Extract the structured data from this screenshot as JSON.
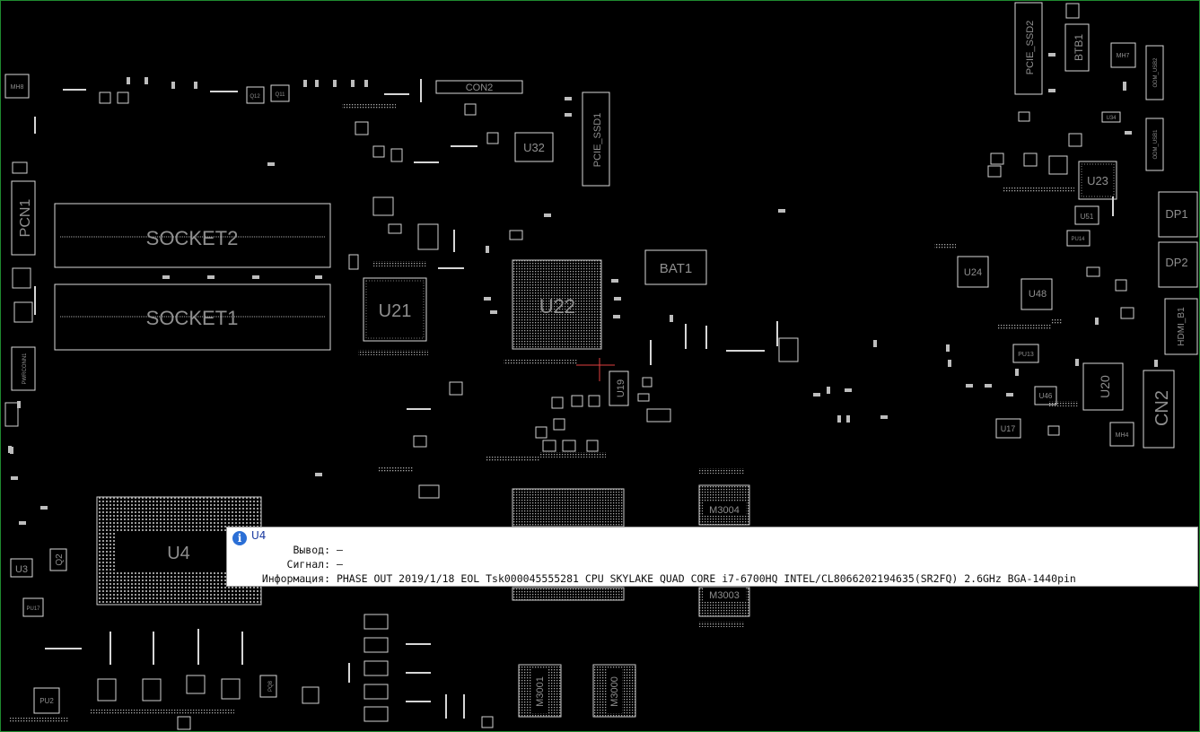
{
  "board": {
    "frame_color": "#1f8a2f",
    "components": {
      "socket2": "SOCKET2",
      "socket1": "SOCKET1",
      "pcn1": "PCN1",
      "con2": "CON2",
      "u32": "U32",
      "pcie_ssd1": "PCIE_SSD1",
      "pcie_ssd2": "PCIE_SSD2",
      "btb1": "BTB1",
      "mh7": "MH7",
      "mh8": "MH8",
      "mh4": "MH4",
      "odm_usb2": "ODM_USB2",
      "odm_usb1": "ODM_USB1",
      "u23": "U23",
      "u51": "U51",
      "u34": "U34",
      "dp1": "DP1",
      "dp2": "DP2",
      "hdmi_b1": "HDMI_B1",
      "u24": "U24",
      "u48": "U48",
      "u20": "U20",
      "cn2": "CN2",
      "u46": "U46",
      "u17": "U17",
      "pu13": "PU13",
      "pu14": "PU14",
      "u21": "U21",
      "u22": "U22",
      "bat1": "BAT1",
      "u19": "U19",
      "u4": "U4",
      "u3": "U3",
      "q2": "Q2",
      "pu17": "PU17",
      "m3004": "M3004",
      "m3003": "M3003",
      "m3001": "M3001",
      "m3000": "M3000",
      "q12": "Q12",
      "q11": "Q11",
      "pwrconn1": "PWRCONN1",
      "pu2": "PU2",
      "pq8": "PQ8"
    }
  },
  "tooltip": {
    "icon": "info-icon",
    "icon_color": "#2b6fd6",
    "title": "U4",
    "pin_label": "Вывод:",
    "pin_value": "—",
    "signal_label": "Сигнал:",
    "signal_value": "—",
    "info_label": "Информация:",
    "info_value": "PHASE OUT 2019/1/18 EOL Tsk000045555281 CPU SKYLAKE QUAD CORE i7-6700HQ INTEL/CL8066202194635(SR2FQ) 2.6GHz BGA-1440pin"
  }
}
